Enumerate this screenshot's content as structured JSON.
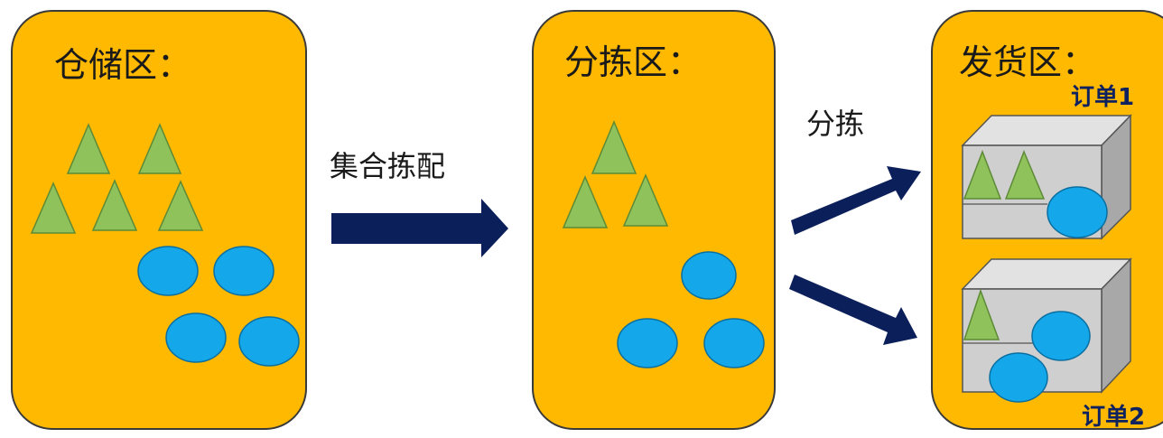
{
  "zones": {
    "storage": {
      "title": "仓储区："
    },
    "sorting": {
      "title": "分拣区："
    },
    "shipping": {
      "title": "发货区："
    }
  },
  "flows": {
    "batch_picking": {
      "label": "集合拣配"
    },
    "sorting": {
      "label": "分拣"
    }
  },
  "orders": [
    {
      "label": "订单1"
    },
    {
      "label": "订单2"
    }
  ],
  "colors": {
    "zone_fill": "#ffb900",
    "triangle": "#8fc25a",
    "circle": "#14a7ea",
    "arrow": "#0b1f5a",
    "box": "#cfcfcf"
  }
}
